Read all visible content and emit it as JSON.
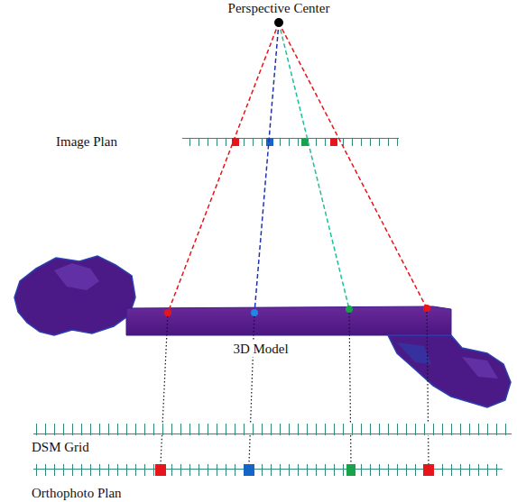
{
  "diagram": {
    "labels": [
      "Perspective Center",
      "Image Plan",
      "3D Model",
      "DSM Grid",
      "Orthophoto Plan"
    ]
  }
}
